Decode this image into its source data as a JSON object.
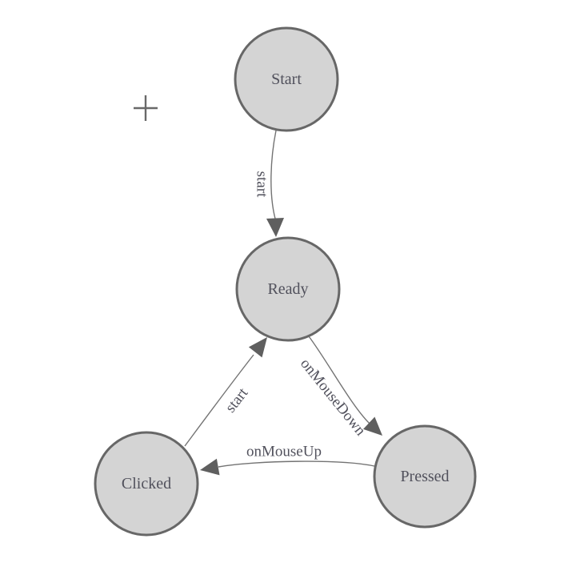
{
  "diagram": {
    "type": "state-machine",
    "background": "#ffffff",
    "colors": {
      "node_fill": "#d4d4d4",
      "node_stroke": "#676767",
      "edge_stroke": "#737373",
      "arrow_fill": "#5f5f5f",
      "label_color": "#51515c"
    },
    "nodes": [
      {
        "id": "start",
        "label": "Start"
      },
      {
        "id": "ready",
        "label": "Ready"
      },
      {
        "id": "clicked",
        "label": "Clicked"
      },
      {
        "id": "pressed",
        "label": "Pressed"
      }
    ],
    "edges": [
      {
        "from": "start",
        "to": "ready",
        "label": "start"
      },
      {
        "from": "ready",
        "to": "pressed",
        "label": "onMouseDown"
      },
      {
        "from": "pressed",
        "to": "clicked",
        "label": "onMouseUp"
      },
      {
        "from": "clicked",
        "to": "ready",
        "label": "start"
      }
    ],
    "cursor_icon": "plus-crosshair"
  }
}
